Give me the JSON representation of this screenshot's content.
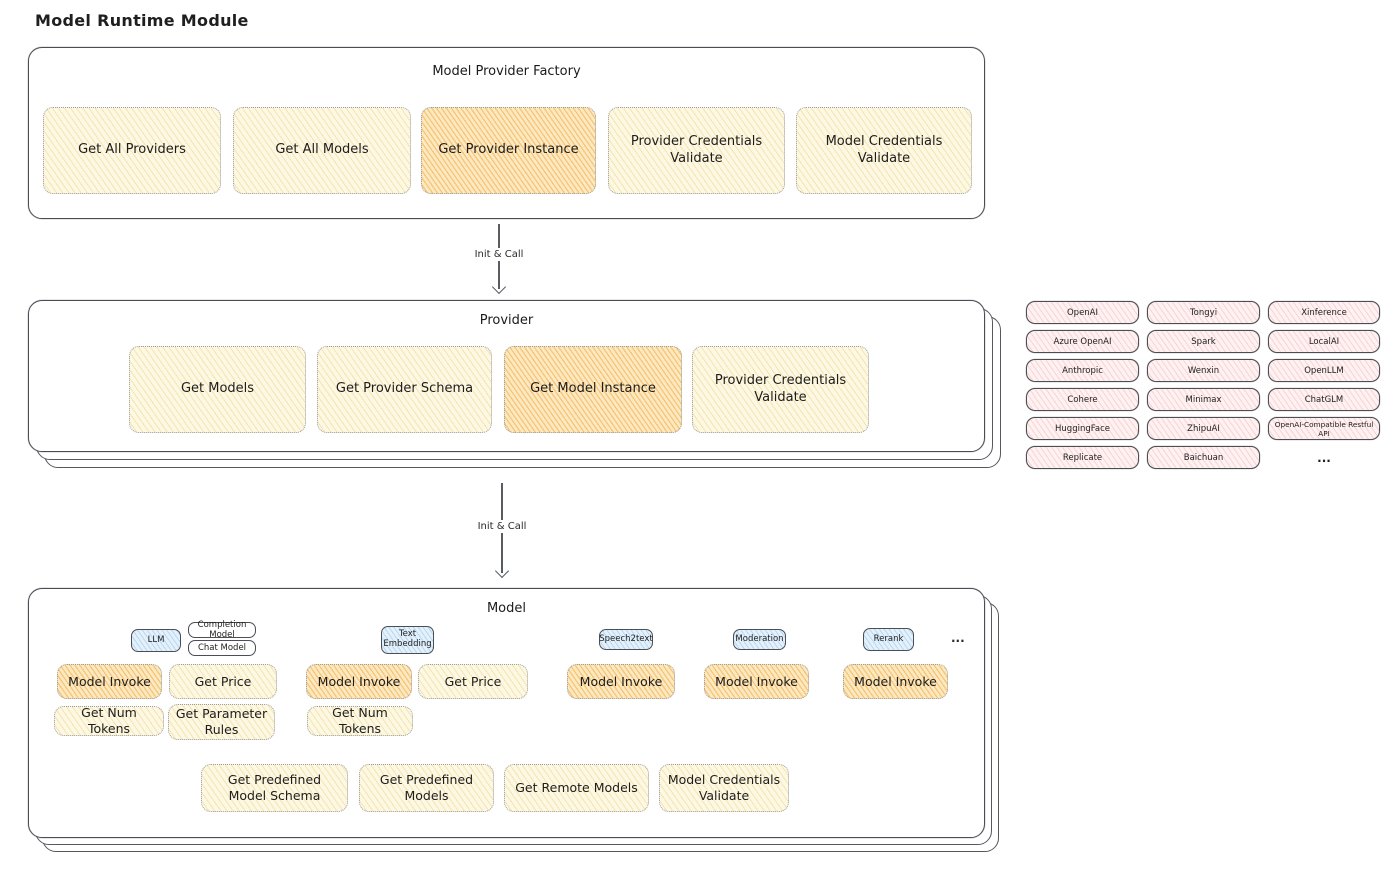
{
  "title": "Model Runtime Module",
  "colors": {
    "node_yellow": "#fdf8e4",
    "node_orange": "#fbe3b0",
    "provider_pink": "#fdeeee",
    "tab_blue": "#dcecf9",
    "stroke_dark": "#4a4e54"
  },
  "factory": {
    "label": "Model Provider Factory",
    "buttons": [
      {
        "label": "Get All Providers"
      },
      {
        "label": "Get All Models"
      },
      {
        "label": "Get Provider Instance"
      },
      {
        "label": "Provider Credentials Validate"
      },
      {
        "label": "Model Credentials Validate"
      }
    ]
  },
  "flow": {
    "arrow1_label": "Init & Call",
    "arrow2_label": "Init & Call"
  },
  "provider": {
    "label": "Provider",
    "buttons": [
      {
        "label": "Get Models"
      },
      {
        "label": "Get Provider Schema"
      },
      {
        "label": "Get Model Instance"
      },
      {
        "label": "Provider Credentials Validate"
      }
    ]
  },
  "providers_list": {
    "items": [
      "OpenAI",
      "Tongyi",
      "Xinference",
      "Azure OpenAI",
      "Spark",
      "LocalAI",
      "Anthropic",
      "Wenxin",
      "OpenLLM",
      "Cohere",
      "Minimax",
      "ChatGLM",
      "HuggingFace",
      "ZhipuAI",
      "OpenAI-Compatible Restful API",
      "Replicate",
      "Baichuan"
    ],
    "more_label": "..."
  },
  "model": {
    "label": "Model",
    "tabs": {
      "llm": "LLM",
      "completion": "Completion Model",
      "chat": "Chat Model",
      "text_embedding": "Text Embedding",
      "speech2text": "Speech2text",
      "moderation": "Moderation",
      "rerank": "Rerank"
    },
    "tabs_more": "...",
    "llm": {
      "invoke": "Model Invoke",
      "get_price": "Get Price",
      "get_num_tokens": "Get Num Tokens",
      "get_parameter_rules": "Get Parameter Rules"
    },
    "text_embedding": {
      "invoke": "Model Invoke",
      "get_price": "Get Price",
      "get_num_tokens": "Get Num Tokens"
    },
    "speech2text": {
      "invoke": "Model Invoke"
    },
    "moderation": {
      "invoke": "Model Invoke"
    },
    "rerank": {
      "invoke": "Model Invoke"
    },
    "common_buttons": [
      {
        "label": "Get Predefined Model Schema"
      },
      {
        "label": "Get Predefined Models"
      },
      {
        "label": "Get Remote Models"
      },
      {
        "label": "Model Credentials Validate"
      }
    ]
  }
}
